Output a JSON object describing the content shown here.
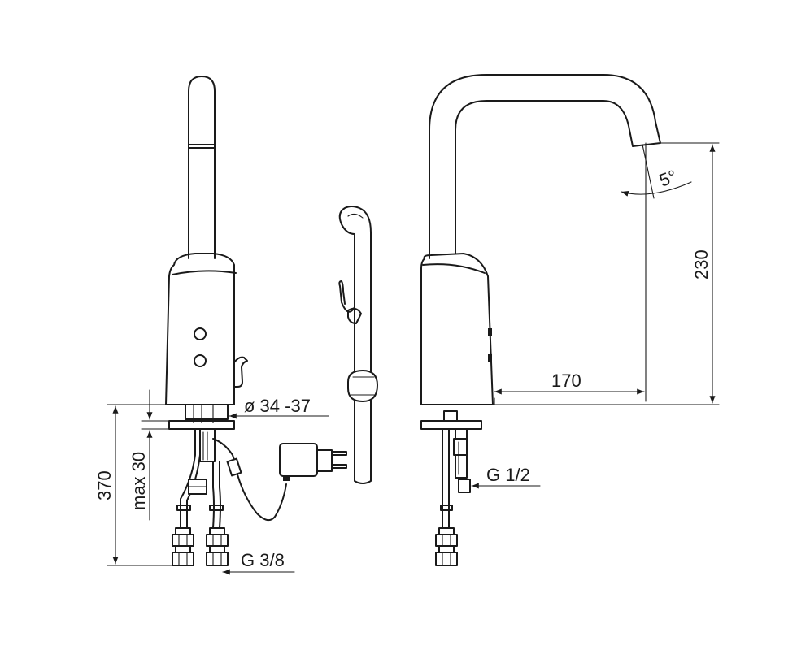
{
  "dimensions": {
    "height_total": "370",
    "max_deck": "max 30",
    "hole_diameter": "ø 34 -37",
    "supply_thread_left": "G 3/8",
    "projection": "170",
    "spout_height": "230",
    "spout_angle": "5°",
    "supply_thread_right": "G 1/2"
  },
  "colors": {
    "line": "#1a1a1a",
    "background": "#ffffff"
  }
}
